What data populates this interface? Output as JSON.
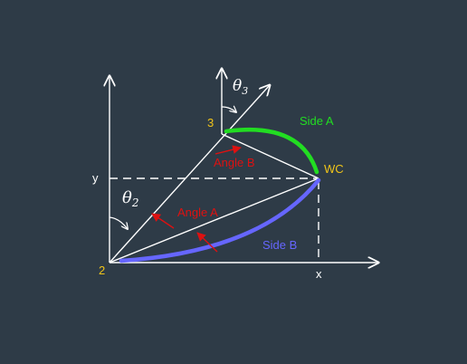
{
  "labels": {
    "joint2": "2",
    "joint3": "3",
    "wc": "WC",
    "y_axis": "y",
    "x_axis": "x",
    "side_a": "Side A",
    "side_b": "Side B",
    "angle_a": "Angle A",
    "angle_b": "Angle B",
    "theta2_symbol": "θ",
    "theta2_sub": "2",
    "theta3_symbol": "θ",
    "theta3_sub": "3"
  },
  "colors": {
    "background": "#2e3b47",
    "lines": "#ffffff",
    "joint_labels": "#f0c419",
    "side_a": "#22dd22",
    "side_b": "#6666ff",
    "angle_labels": "#dd1111",
    "angle_arrows": "#dd1111",
    "axis_labels": "#ffffff"
  }
}
